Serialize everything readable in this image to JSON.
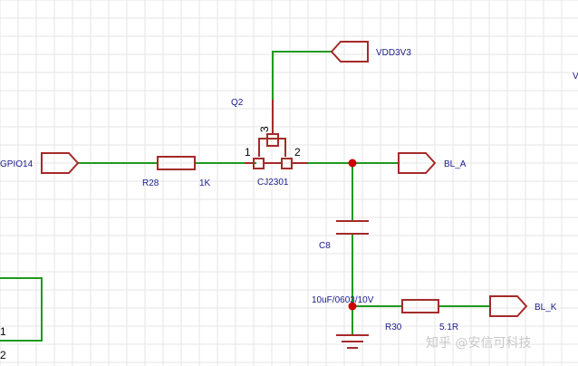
{
  "colors": {
    "wire": "#1e9a1e",
    "part": "#a52a2a",
    "junction": "#cc0000",
    "grid": "#e6e6e6",
    "text": "#1a1a8c"
  },
  "ports": {
    "gpio": "GPIO14",
    "vdd": "VDD3V3",
    "bl_a": "BL_A",
    "bl_k": "BL_K",
    "edge": "V"
  },
  "q2": {
    "ref": "Q2",
    "part": "CJ2301",
    "pin1": "1",
    "pin2": "2",
    "pin3": "3"
  },
  "r28": {
    "ref": "R28",
    "value": "1K"
  },
  "c8": {
    "ref": "C8",
    "value": "10uF/0603/10V"
  },
  "r30": {
    "ref": "R30",
    "value": "5.1R"
  },
  "left_pins": {
    "p1": "1",
    "p2": "2"
  },
  "watermark": "知乎 @安信可科技"
}
